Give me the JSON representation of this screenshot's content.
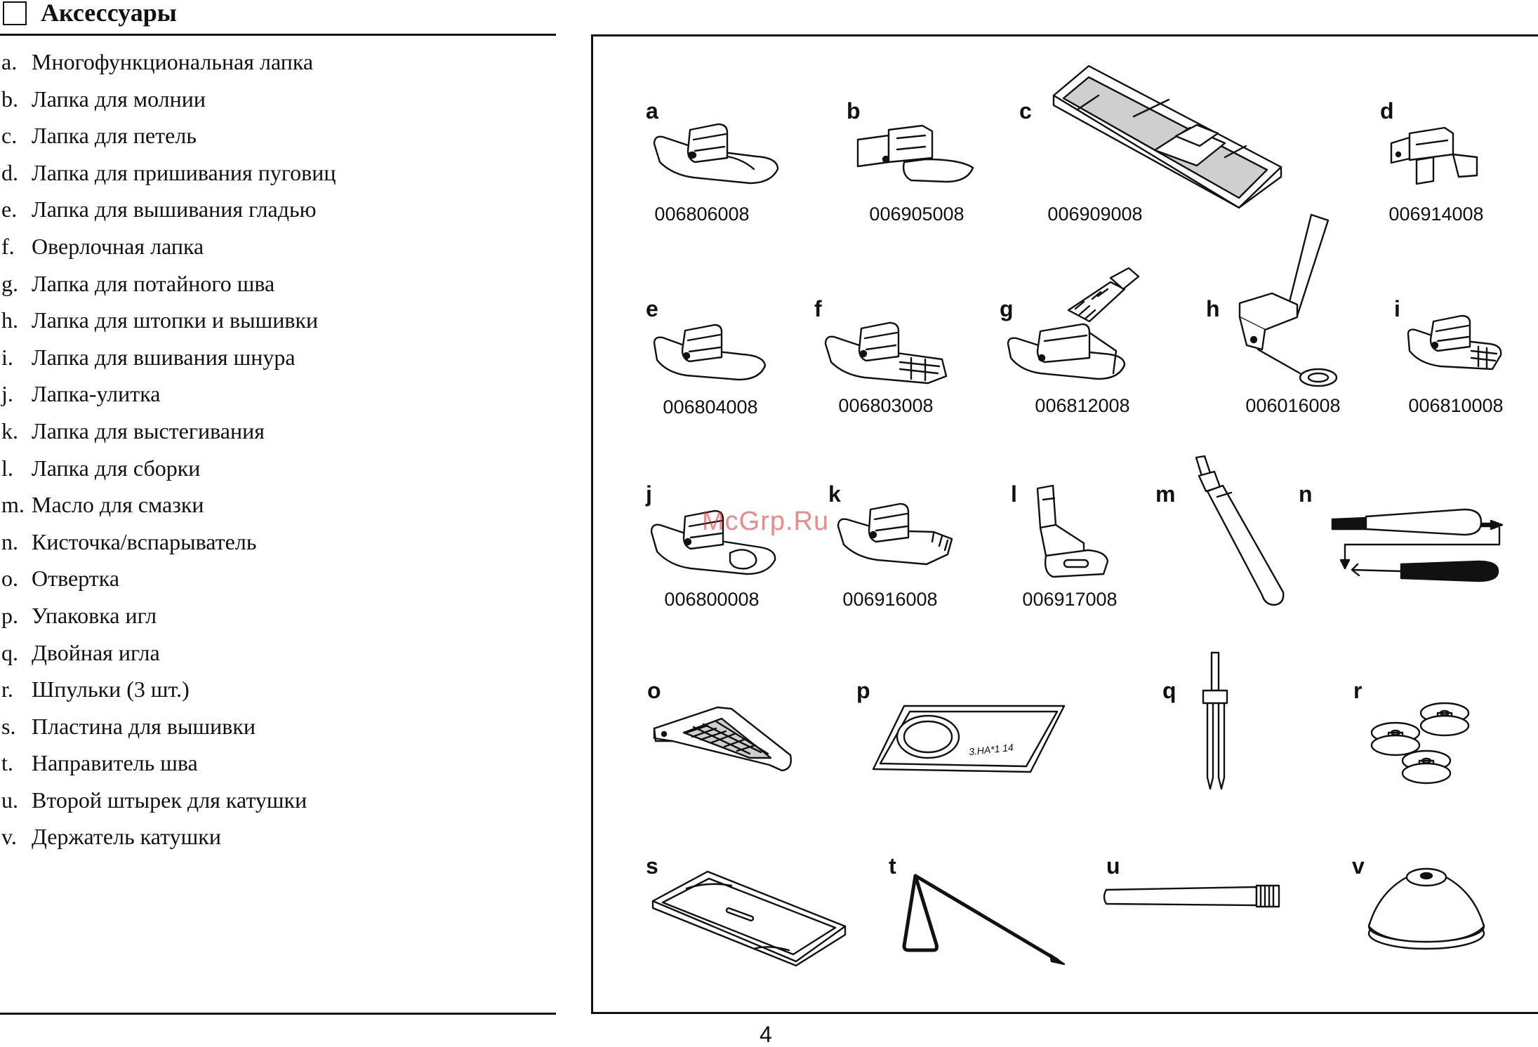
{
  "header": {
    "title": "Аксессуары"
  },
  "accessories": [
    {
      "letter": "a.",
      "label": "Многофункциональная лапка"
    },
    {
      "letter": "b.",
      "label": "Лапка для молнии"
    },
    {
      "letter": "c.",
      "label": "Лапка для петель"
    },
    {
      "letter": "d.",
      "label": "Лапка для пришивания пуговиц"
    },
    {
      "letter": "e.",
      "label": "Лапка для вышивания гладью"
    },
    {
      "letter": "f.",
      "label": "Оверлочная лапка"
    },
    {
      "letter": "g.",
      "label": "Лапка для потайного шва"
    },
    {
      "letter": "h.",
      "label": "Лапка для штопки и вышивки"
    },
    {
      "letter": "i.",
      "label": "Лапка для вшивания шнура"
    },
    {
      "letter": "j.",
      "label": "Лапка-улитка"
    },
    {
      "letter": "k.",
      "label": "Лапка для выстегивания"
    },
    {
      "letter": "l.",
      "label": "Лапка для сборки"
    },
    {
      "letter": "m.",
      "label": "Масло для смазки"
    },
    {
      "letter": "n.",
      "label": "Кисточка/вспарыватель"
    },
    {
      "letter": "o.",
      "label": "Отвертка"
    },
    {
      "letter": "p.",
      "label": "Упаковка игл"
    },
    {
      "letter": "q.",
      "label": "Двойная игла"
    },
    {
      "letter": "r.",
      "label": "Шпульки (3 шт.)"
    },
    {
      "letter": "s.",
      "label": "Пластина для вышивки"
    },
    {
      "letter": "t.",
      "label": "Направитель шва"
    },
    {
      "letter": "u.",
      "label": "Второй штырек для катушки"
    },
    {
      "letter": "v.",
      "label": "Держатель катушки"
    }
  ],
  "figures": {
    "a": {
      "letter": "a",
      "part_number": "006806008"
    },
    "b": {
      "letter": "b",
      "part_number": "006905008"
    },
    "c": {
      "letter": "c",
      "part_number": "006909008"
    },
    "d": {
      "letter": "d",
      "part_number": "006914008"
    },
    "e": {
      "letter": "e",
      "part_number": "006804008"
    },
    "f": {
      "letter": "f",
      "part_number": "006803008"
    },
    "g": {
      "letter": "g",
      "part_number": "006812008"
    },
    "h": {
      "letter": "h",
      "part_number": "006016008"
    },
    "i": {
      "letter": "i",
      "part_number": "006810008"
    },
    "j": {
      "letter": "j",
      "part_number": "006800008"
    },
    "k": {
      "letter": "k",
      "part_number": "006916008"
    },
    "l": {
      "letter": "l",
      "part_number": "006917008"
    },
    "m": {
      "letter": "m"
    },
    "n": {
      "letter": "n"
    },
    "o": {
      "letter": "o"
    },
    "p": {
      "letter": "p",
      "package_text": "3.HA*1 14"
    },
    "q": {
      "letter": "q"
    },
    "r": {
      "letter": "r"
    },
    "s": {
      "letter": "s"
    },
    "t": {
      "letter": "t"
    },
    "u": {
      "letter": "u"
    },
    "v": {
      "letter": "v"
    }
  },
  "watermark": "McGrp.Ru",
  "page_number": "4"
}
